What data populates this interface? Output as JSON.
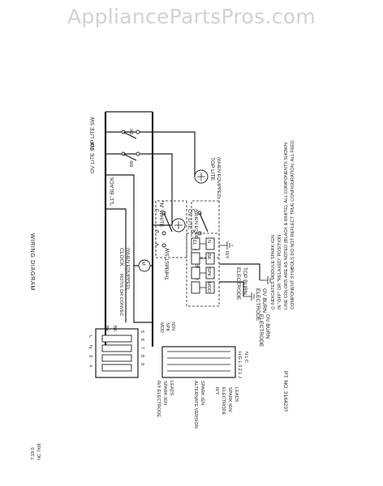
{
  "watermark": "AppliancePartsPros.com",
  "title": "WIRING DIAGRAM",
  "line_labels": {
    "l1": "\"L1\" BLACK",
    "neutral": "\"N\" WHITE"
  },
  "wire_colors": {
    "bk1": "BK",
    "bk2": "BK",
    "bk3": "BK",
    "br": "BR",
    "ry": "R/Y"
  },
  "components": {
    "top_lite_sw": "TOP LITE SW",
    "ov_lite_sw": "OV LITE SW",
    "top_lite": "TOP LITE",
    "top_lite_note": "(WHEN EQUIPPED)",
    "ov_lite": "OV LITE",
    "ov_lite_note": "(WHEN EQUIPPED)",
    "clock": "CLOCK",
    "clock_note": "(WHEN EQUIPPED)",
    "rotis": "ROTIS OR CONVEC",
    "thrmst_sw": "THRMST SW",
    "valve_sw": "VALVE SW",
    "electrode_ov": [
      "ELECTRODE",
      "OV BURN"
    ],
    "electrode_top": [
      "ELECTRODE",
      "TOP BURN"
    ],
    "mod_spk_ign": [
      "MOD",
      "SPK",
      "IGN"
    ]
  },
  "terminal_letters": [
    "L",
    "N",
    "3",
    "4",
    "5",
    "6",
    "7",
    "8",
    "9"
  ],
  "switch_letters": [
    "C",
    "B",
    "A",
    "C",
    "B"
  ],
  "module_labels": [
    "N",
    "BK",
    "SPK",
    "MOD",
    "EL"
  ],
  "alt_version": {
    "label_1": "R/Y ELECTRODE",
    "label_2": "SPARK IGN",
    "label_3": "LEADS",
    "title_1": "ALTERNATE VERSION",
    "title_2": "SPARK IGN",
    "pins": "H G L 3 2 1 J",
    "pins_2": "N L C"
  },
  "electrode_leads": {
    "e1": "ELECTRODE",
    "e2": "SPARK IGN",
    "e3": "LEADS",
    "ry": "R/Y"
  },
  "note": [
    "COMPONENT SYMBOLS DO NOT REFLECT TRUE CONFIGURATION. ALL FEED",
    "LINE COLORS ARE AS NOTED (BLACK & WHITE). ALL COMPONENTS SHOWN",
    "IN \"OFF\" OR \"RELAXED\" POSITION",
    "() INDICATES MODULE SPARK IGN"
  ],
  "part_no": "PT. NO. 316423?",
  "corner_codes": [
    "7.19.0",
    "NC 7/08"
  ]
}
